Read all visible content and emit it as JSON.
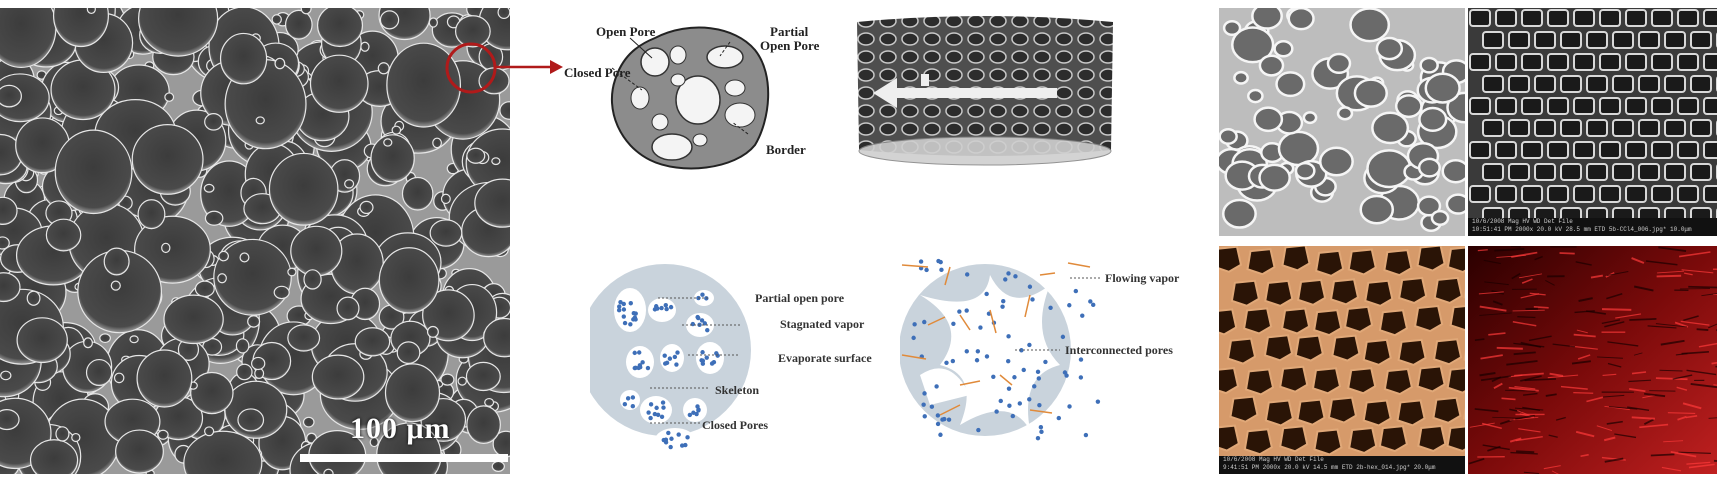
{
  "main_sem": {
    "scale_label": "100 μm"
  },
  "schematic_top": {
    "labels": {
      "open_pore": "Open Pore",
      "partial_open_pore_1": "Partial",
      "partial_open_pore_2": "Open Pore",
      "closed_pore": "Closed Pore",
      "border": "Border"
    }
  },
  "schematic_closed": {
    "labels": {
      "partial_open_pore": "Partial open pore",
      "stagnated_vapor": "Stagnated vapor",
      "evaporate_surface": "Evaporate surface",
      "skeleton": "Skeleton",
      "closed_pores": "Closed Pores"
    }
  },
  "schematic_open": {
    "labels": {
      "flowing_vapor": "Flowing vapor",
      "interconnected_pores": "Interconnected pores"
    }
  },
  "colors": {
    "highlight": "#b01a1a",
    "skeleton": "#c9d3dc",
    "vapor": "#3e6fb8",
    "flow_arrow": "#e08a3a"
  },
  "sem_tiles": [
    {
      "info_line1": "",
      "info_line2": ""
    },
    {
      "info_line1": "10/6/2008  Mag  HV  WD  Det  File",
      "info_line2": "10:51:41 PM 2000x 20.0 kV 28.5 mm ETD 5b-CCl4_006.jpg*   10.0μm"
    },
    {
      "info_line1": "10/6/2008  Mag  HV  WD  Det  File",
      "info_line2": "9:41:51 PM 2000x 20.0 kV 14.5 mm ETD 2b-hex_014.jpg*   20.0μm"
    },
    {
      "info_line1": "",
      "info_line2": ""
    }
  ]
}
